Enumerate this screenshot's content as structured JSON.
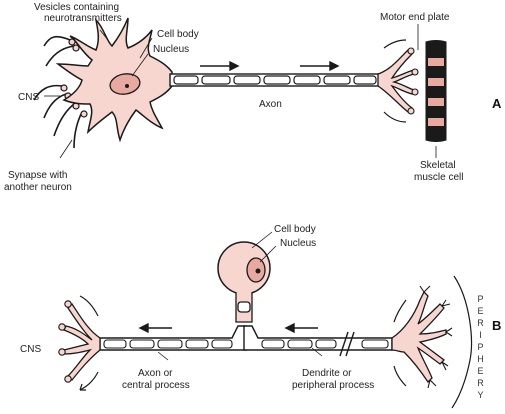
{
  "colors": {
    "cell_fill": "#f7d6cf",
    "nucleus_fill": "#e7a9a0",
    "muscle_dark": "#1a1a1a",
    "muscle_light": "#e7a9a0",
    "stroke": "#1a1a1a"
  },
  "panel_a": {
    "letter": "A",
    "labels": {
      "vesicles_line1": "Vesicles containing",
      "vesicles_line2": "neurotransmitters",
      "cell_body": "Cell body",
      "nucleus": "Nucleus",
      "cns": "CNS",
      "axon": "Axon",
      "motor_end_plate": "Motor end plate",
      "synapse_line1": "Synapse with",
      "synapse_line2": "another neuron",
      "skeletal_line1": "Skeletal",
      "skeletal_line2": "muscle cell"
    }
  },
  "panel_b": {
    "letter": "B",
    "labels": {
      "cell_body": "Cell body",
      "nucleus": "Nucleus",
      "cns": "CNS",
      "axon_line1": "Axon or",
      "axon_line2": "central process",
      "dendrite_line1": "Dendrite or",
      "dendrite_line2": "peripheral process",
      "periphery": [
        "P",
        "E",
        "R",
        "I",
        "P",
        "H",
        "E",
        "R",
        "Y"
      ]
    }
  }
}
